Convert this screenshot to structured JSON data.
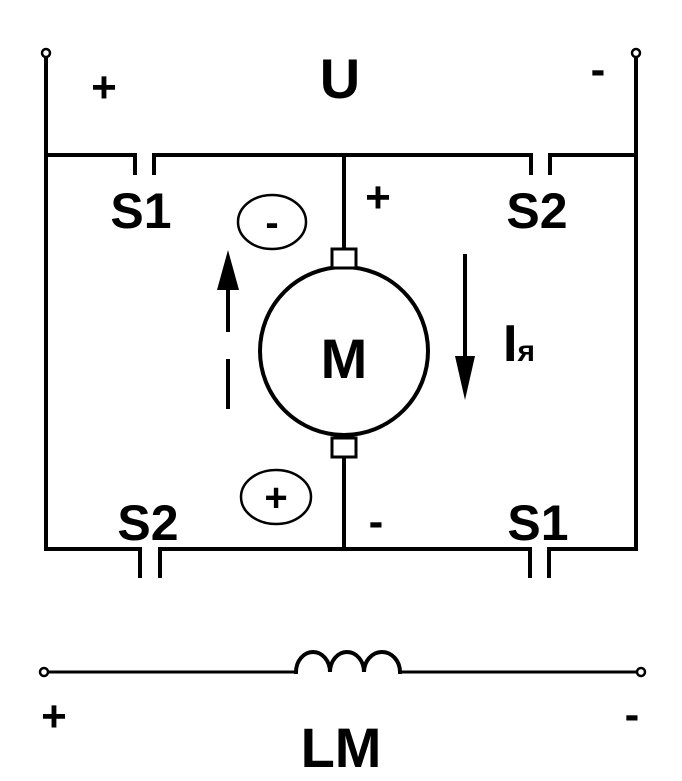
{
  "supply": {
    "label": "U",
    "plus": "+",
    "minus": "-"
  },
  "switches": {
    "top_left": "S1",
    "top_right": "S2",
    "bottom_left": "S2",
    "bottom_right": "S1"
  },
  "motor": {
    "label": "M",
    "top_polarity": "+",
    "bottom_polarity": "-",
    "circled_top": "-",
    "circled_bottom": "+"
  },
  "current": {
    "label_main": "I",
    "label_sub": "я"
  },
  "field_winding": {
    "label": "LM",
    "plus": "+",
    "minus": "-"
  }
}
